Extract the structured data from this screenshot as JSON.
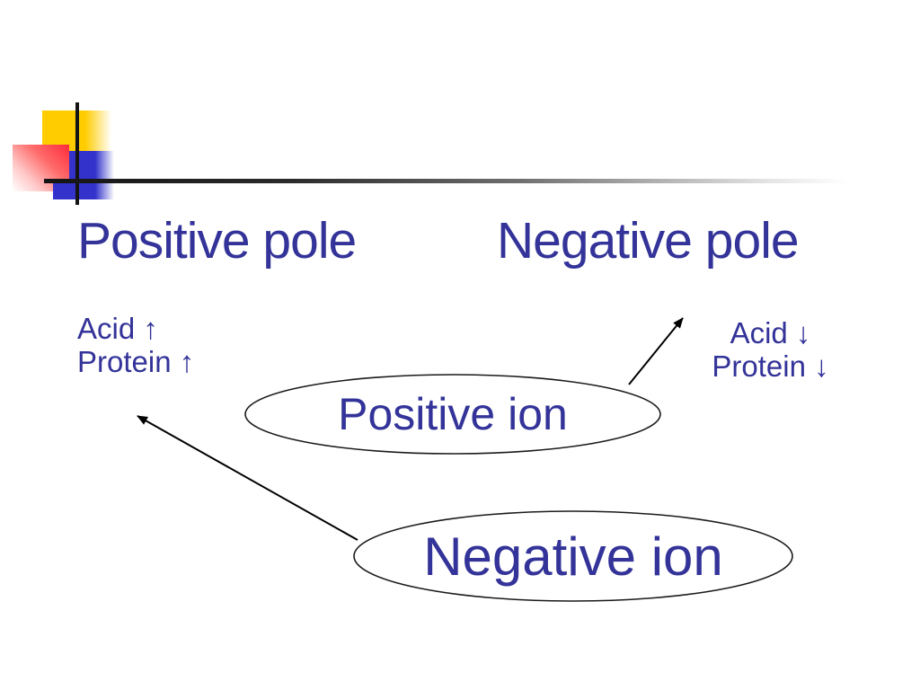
{
  "slide": {
    "titles": {
      "left": "Positive pole",
      "right": "Negative pole"
    },
    "left_indicators": {
      "line1": "Acid ↑",
      "line2": "Protein ↑"
    },
    "right_indicators": {
      "line1": "Acid ↓",
      "line2": "Protein ↓"
    },
    "bubbles": {
      "positive": "Positive ion",
      "negative": "Negative ion"
    },
    "colors": {
      "text-blue": "#333399",
      "deco-yellow": "#ffcc00",
      "deco-blue": "#3333cc",
      "deco-red": "#ff2b3b",
      "line-dark": "#141414"
    }
  }
}
